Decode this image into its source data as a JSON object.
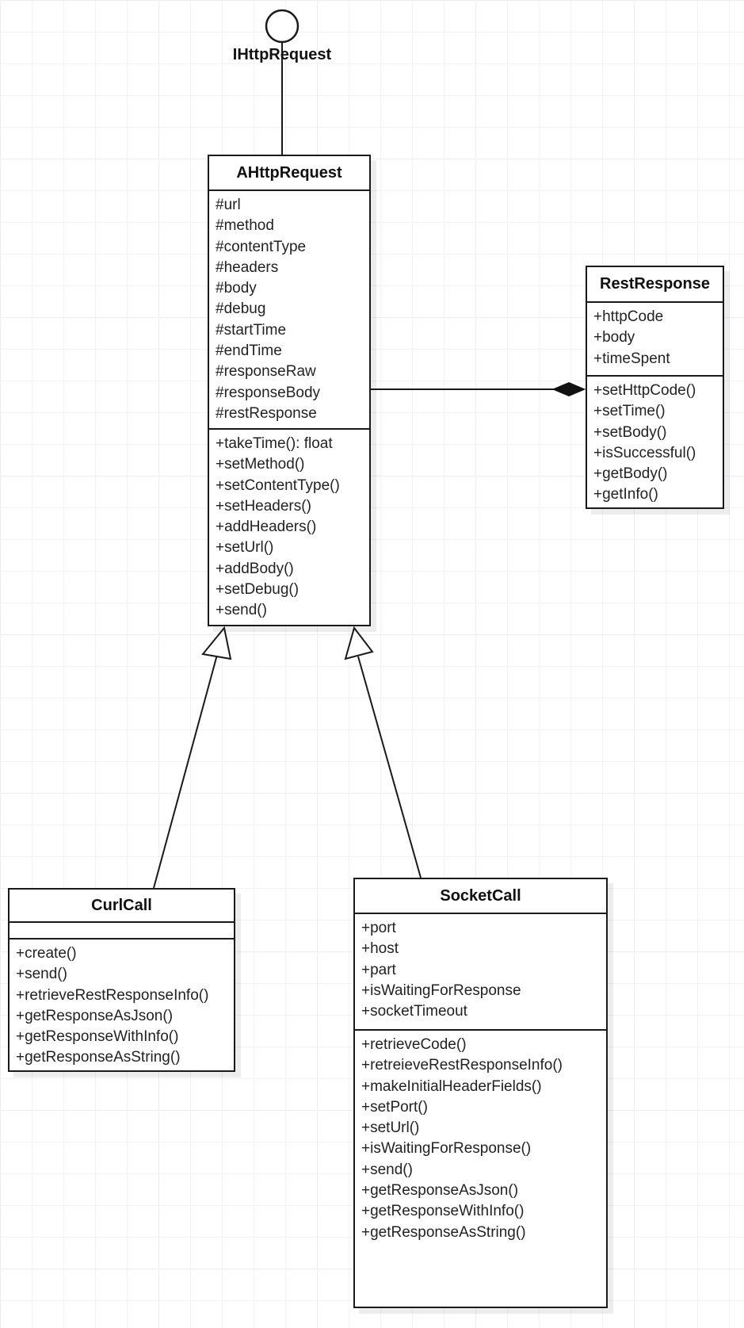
{
  "diagram": {
    "interface": {
      "name": "IHttpRequest"
    },
    "classes": [
      {
        "name": "AHttpRequest",
        "attributes": [
          "#url",
          "#method",
          "#contentType",
          "#headers",
          "#body",
          "#debug",
          "#startTime",
          "#endTime",
          "#responseRaw",
          "#responseBody",
          "#restResponse"
        ],
        "methods": [
          "+takeTime(): float",
          "+setMethod()",
          "+setContentType()",
          "+setHeaders()",
          "+addHeaders()",
          "+setUrl()",
          "+addBody()",
          "+setDebug()",
          "+send()"
        ]
      },
      {
        "name": "RestResponse",
        "attributes": [
          "+httpCode",
          "+body",
          "+timeSpent"
        ],
        "methods": [
          "+setHttpCode()",
          "+setTime()",
          "+setBody()",
          "+isSuccessful()",
          "+getBody()",
          "+getInfo()"
        ]
      },
      {
        "name": "CurlCall",
        "attributes": [],
        "methods": [
          "+create()",
          "+send()",
          "+retrieveRestResponseInfo()",
          "+getResponseAsJson()",
          "+getResponseWithInfo()",
          "+getResponseAsString()"
        ]
      },
      {
        "name": "SocketCall",
        "attributes": [
          "+port",
          "+host",
          "+part",
          "+isWaitingForResponse",
          "+socketTimeout"
        ],
        "methods": [
          "+retrieveCode()",
          "+retreieveRestResponseInfo()",
          "+makeInitialHeaderFields()",
          "+setPort()",
          "+setUrl()",
          "+isWaitingForResponse()",
          "+send()",
          "+getResponseAsJson()",
          "+getResponseWithInfo()",
          "+getResponseAsString()"
        ]
      }
    ],
    "relationships": {
      "realization": "IHttpRequest lollipop to AHttpRequest",
      "composition": "AHttpRequest to RestResponse",
      "generalization_left": "CurlCall to AHttpRequest",
      "generalization_right": "SocketCall to AHttpRequest"
    },
    "colors": {
      "stroke": "#1a1a1a",
      "background": "#ffffff",
      "grid": "#f2f2f6"
    }
  }
}
